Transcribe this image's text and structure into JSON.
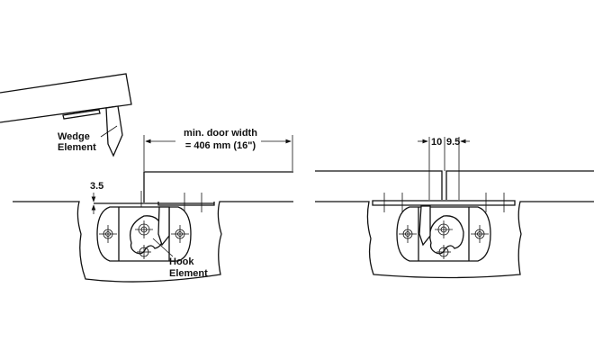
{
  "labels": {
    "wedge_line1": "Wedge",
    "wedge_line2": "Element",
    "hook_line1": "Hook",
    "hook_line2": "Element",
    "door_width_line1": "min. door width",
    "door_width_line2": "= 406 mm (16\")",
    "gap_dim": "3.5",
    "dim_left": "10",
    "dim_right": "9.5"
  }
}
